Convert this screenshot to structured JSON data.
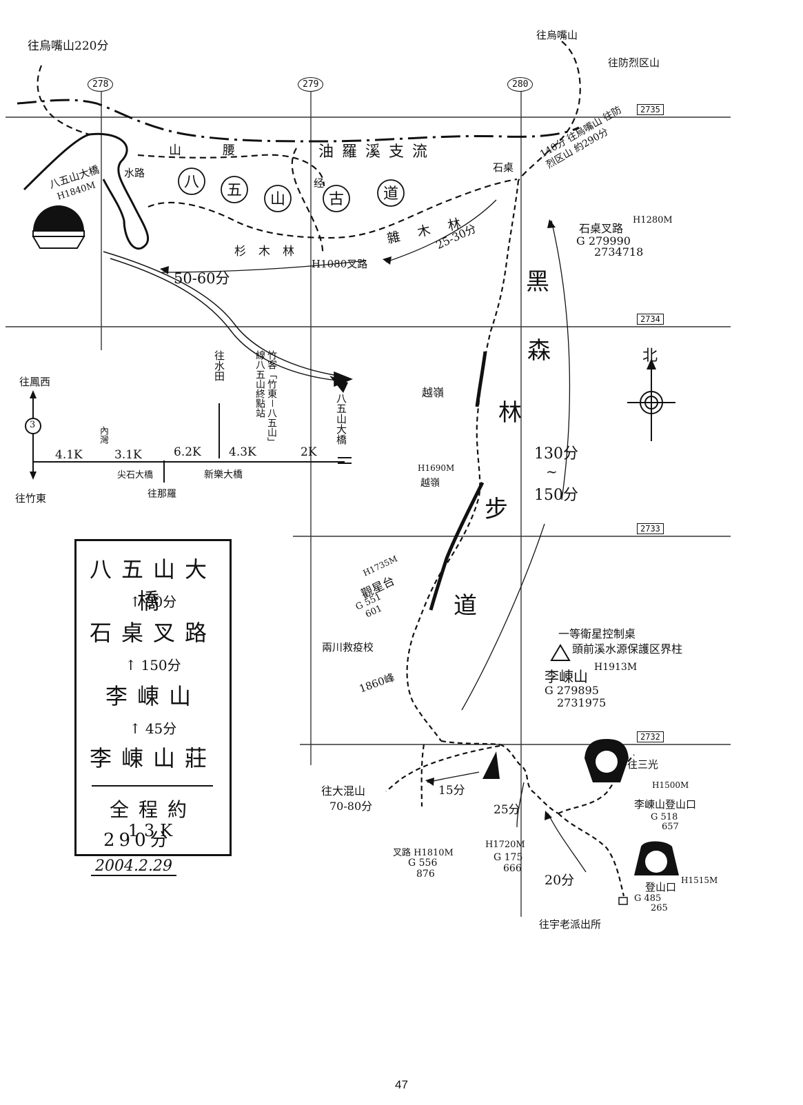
{
  "grid": {
    "eastings": [
      "278",
      "279",
      "280"
    ],
    "northings": [
      "2735",
      "2734",
      "2733",
      "2732"
    ]
  },
  "route_name_chars": [
    "八",
    "五",
    "山",
    "古",
    "道"
  ],
  "forest_trail_chars": [
    "黑",
    "森",
    "林",
    "步",
    "道"
  ],
  "labels": {
    "to_niaozuishan_top": "往烏嘴山220分",
    "to_niaozuishan_right": "往烏嘴山",
    "to_fangzhanqushan": "往防烈区山",
    "youluoxi": "油羅溪支流",
    "shanyao": "山腰",
    "shuilu": "水路",
    "jing": "经",
    "bawushan_bridge": "八五山大橋",
    "bawushan_bridge_h": "H1840M",
    "shanmulin": "杉木林",
    "zamulin": "雜木林",
    "h1080": "H1080叉路",
    "time_50_60": "50-60分",
    "time_25_30": "25-30分",
    "shizhuo": "石桌",
    "junction_140": "140分 往烏嘴山 往防烈区山 約290分",
    "shizhuo_junction": "石桌叉路",
    "shizhuo_junction_h": "H1280M",
    "shizhuo_g1": "G 279990",
    "shizhuo_g2": "2734718",
    "yueling": "越嶺",
    "h1690": "H1690M",
    "h1690_name": "越嶺",
    "time_130": "130分",
    "tilde": "~",
    "time_150": "150分",
    "north": "北",
    "to_fengxi": "往鳳西",
    "route3": "3",
    "to_zhudong": "往竹東",
    "d41": "4.1K",
    "neiwan": "內灣",
    "d31": "3.1K",
    "d62": "6.2K",
    "d43": "4.3K",
    "d2": "2K",
    "jiansh_bridge": "尖石大橋",
    "to_namaxia": "往那羅",
    "xinle_bridge": "新樂大橋",
    "to_shuitian": "往水田",
    "bus_line": "竹客「竹東－八五山」線八五山終點站",
    "bawushan_bridge_v": "八五山大橋",
    "h1735": "H1735M",
    "guanxingtai": "觀星台",
    "g_551": "G 551",
    "g_601": "601",
    "liangchuan": "兩川救疫校",
    "peak1860": "1860峰",
    "sat_point": "一等衛星控制桌",
    "tou_qian": "頭前溪水源保護区界柱",
    "lidongshan": "李崠山",
    "lidongshan_h": "H1913M",
    "lidong_g1": "G 279895",
    "lidong_g2": "2731975",
    "to_dachaoshan": "往大混山",
    "to_dachaoshan_t": "70-80分",
    "time_15": "15分",
    "time_25": "25分",
    "time_20": "20分",
    "jct_h1810": "叉路 H1810M",
    "jct_g1": "G 556",
    "jct_g2": "876",
    "h1720": "H1720M",
    "h1720_g1": "G 175",
    "h1720_g2": "666",
    "to_sanguang": "往三光",
    "h1500": "H1500M",
    "lidong_trailhead": "李崠山登山口",
    "lidong_trailhead_g1": "G 518",
    "lidong_trailhead_g2": "657",
    "trailhead": "登山口",
    "trailhead_h": "H1515M",
    "trailhead_g1": "G 485",
    "trailhead_g2": "265",
    "to_police": "往宇老派出所"
  },
  "legend": {
    "stop1": "八五山大橋",
    "t1": "90分",
    "stop2": "石桌叉路",
    "t2": "150分",
    "stop3": "李崠山",
    "t3": "45分",
    "stop4": "李崠山莊",
    "total_label": "全程約",
    "total_dist": "13K",
    "total_time": "290分"
  },
  "date": "2004.2.29",
  "page_number": "47"
}
